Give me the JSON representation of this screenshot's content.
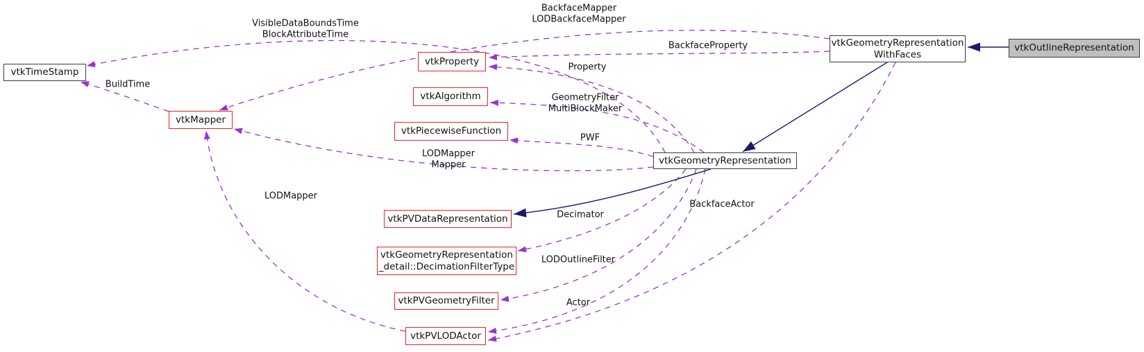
{
  "colors": {
    "background": "#ffffff",
    "usage_edge": "#9a32cd",
    "inheritance_edge": "#191970",
    "truncated_node_border": "#ee2020",
    "node_border": "#3a3a3a",
    "current_node_fill": "#bfbfbf",
    "text": "#111111"
  },
  "nodes": {
    "timestamp": {
      "lines": [
        "vtkTimeStamp"
      ],
      "style": "default"
    },
    "mapper": {
      "lines": [
        "vtkMapper"
      ],
      "style": "truncated"
    },
    "property": {
      "lines": [
        "vtkProperty"
      ],
      "style": "truncated"
    },
    "algorithm": {
      "lines": [
        "vtkAlgorithm"
      ],
      "style": "truncated"
    },
    "piecewise": {
      "lines": [
        "vtkPiecewiseFunction"
      ],
      "style": "truncated"
    },
    "geomrep": {
      "lines": [
        "vtkGeometryRepresentation"
      ],
      "style": "default"
    },
    "withfaces": {
      "lines": [
        "vtkGeometryRepresentation",
        "WithFaces"
      ],
      "style": "default"
    },
    "outline": {
      "lines": [
        "vtkOutlineRepresentation"
      ],
      "style": "current"
    },
    "pvdatarep": {
      "lines": [
        "vtkPVDataRepresentation"
      ],
      "style": "truncated"
    },
    "decimfilter": {
      "lines": [
        "vtkGeometryRepresentation",
        "_detail::DecimationFilterType"
      ],
      "style": "truncated"
    },
    "pvgeomfilter": {
      "lines": [
        "vtkPVGeometryFilter"
      ],
      "style": "truncated"
    },
    "pvlodactor": {
      "lines": [
        "vtkPVLODActor"
      ],
      "style": "truncated"
    }
  },
  "edge_labels": {
    "visibledata": {
      "lines": [
        "VisibleDataBoundsTime",
        "BlockAttributeTime"
      ]
    },
    "backfacemapper": {
      "lines": [
        "BackfaceMapper",
        "LODBackfaceMapper"
      ]
    },
    "backfaceproperty": {
      "lines": [
        "BackfaceProperty"
      ]
    },
    "property": {
      "lines": [
        "Property"
      ]
    },
    "geometryfilter": {
      "lines": [
        "GeometryFilter",
        "MultiBlockMaker"
      ]
    },
    "pwf": {
      "lines": [
        "PWF"
      ]
    },
    "lodmapper_mapper": {
      "lines": [
        "LODMapper",
        "Mapper"
      ]
    },
    "buildtime": {
      "lines": [
        "BuildTime"
      ]
    },
    "decimator": {
      "lines": [
        "Decimator"
      ]
    },
    "backfaceactor": {
      "lines": [
        "BackfaceActor"
      ]
    },
    "lodoutlinefilter": {
      "lines": [
        "LODOutlineFilter"
      ]
    },
    "actor": {
      "lines": [
        "Actor"
      ]
    },
    "lodmapper": {
      "lines": [
        "LODMapper"
      ]
    }
  }
}
